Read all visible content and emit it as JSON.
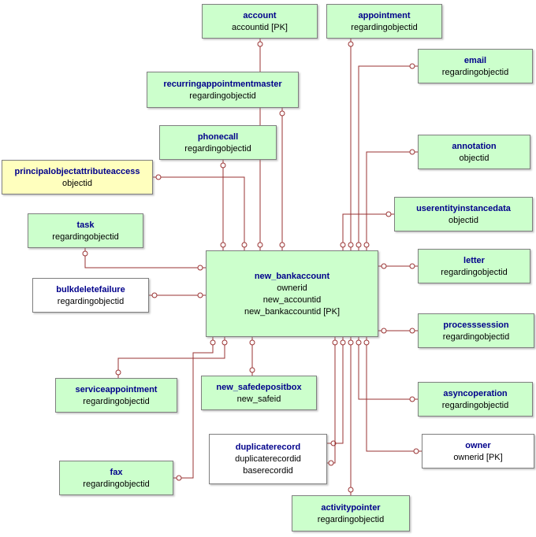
{
  "diagram": {
    "kind": "entity-relationship-diagram",
    "central_entity": "new_bankaccount",
    "colors": {
      "entity_fill_green": "#ccffcc",
      "entity_fill_yellow": "#ffffbe",
      "entity_fill_white": "#ffffff",
      "entity_border": "#7f7f7f",
      "title_text": "#00008b",
      "attribute_text": "#000000",
      "connector": "#993333",
      "background": "#ffffff"
    },
    "entities": [
      {
        "title": "account",
        "attrs": [
          "accountid  [PK]"
        ],
        "fill": "green"
      },
      {
        "title": "appointment",
        "attrs": [
          "regardingobjectid"
        ],
        "fill": "green"
      },
      {
        "title": "email",
        "attrs": [
          "regardingobjectid"
        ],
        "fill": "green"
      },
      {
        "title": "recurringappointmentmaster",
        "attrs": [
          "regardingobjectid"
        ],
        "fill": "green"
      },
      {
        "title": "phonecall",
        "attrs": [
          "regardingobjectid"
        ],
        "fill": "green"
      },
      {
        "title": "principalobjectattributeaccess",
        "attrs": [
          "objectid"
        ],
        "fill": "yellow"
      },
      {
        "title": "annotation",
        "attrs": [
          "objectid"
        ],
        "fill": "green"
      },
      {
        "title": "userentityinstancedata",
        "attrs": [
          "objectid"
        ],
        "fill": "green"
      },
      {
        "title": "task",
        "attrs": [
          "regardingobjectid"
        ],
        "fill": "green"
      },
      {
        "title": "letter",
        "attrs": [
          "regardingobjectid"
        ],
        "fill": "green"
      },
      {
        "title": "new_bankaccount",
        "attrs": [
          "ownerid",
          "new_accountid",
          "new_bankaccountid  [PK]"
        ],
        "fill": "green"
      },
      {
        "title": "bulkdeletefailure",
        "attrs": [
          "regardingobjectid"
        ],
        "fill": "white"
      },
      {
        "title": "processsession",
        "attrs": [
          "regardingobjectid"
        ],
        "fill": "green"
      },
      {
        "title": "serviceappointment",
        "attrs": [
          "regardingobjectid"
        ],
        "fill": "green"
      },
      {
        "title": "new_safedepositbox",
        "attrs": [
          "new_safeid"
        ],
        "fill": "green"
      },
      {
        "title": "asyncoperation",
        "attrs": [
          "regardingobjectid"
        ],
        "fill": "green"
      },
      {
        "title": "duplicaterecord",
        "attrs": [
          "duplicaterecordid",
          "baserecordid"
        ],
        "fill": "white"
      },
      {
        "title": "owner",
        "attrs": [
          "ownerid  [PK]"
        ],
        "fill": "white"
      },
      {
        "title": "fax",
        "attrs": [
          "regardingobjectid"
        ],
        "fill": "green"
      },
      {
        "title": "activitypointer",
        "attrs": [
          "regardingobjectid"
        ],
        "fill": "green"
      }
    ],
    "relationships": [
      {
        "from": "new_bankaccount",
        "to": "account"
      },
      {
        "from": "new_bankaccount",
        "to": "appointment"
      },
      {
        "from": "new_bankaccount",
        "to": "email"
      },
      {
        "from": "new_bankaccount",
        "to": "recurringappointmentmaster"
      },
      {
        "from": "new_bankaccount",
        "to": "phonecall"
      },
      {
        "from": "new_bankaccount",
        "to": "principalobjectattributeaccess"
      },
      {
        "from": "new_bankaccount",
        "to": "annotation"
      },
      {
        "from": "new_bankaccount",
        "to": "userentityinstancedata"
      },
      {
        "from": "new_bankaccount",
        "to": "task"
      },
      {
        "from": "new_bankaccount",
        "to": "letter"
      },
      {
        "from": "new_bankaccount",
        "to": "bulkdeletefailure"
      },
      {
        "from": "new_bankaccount",
        "to": "processsession"
      },
      {
        "from": "new_bankaccount",
        "to": "new_safedepositbox"
      },
      {
        "from": "new_bankaccount",
        "to": "serviceappointment"
      },
      {
        "from": "new_bankaccount",
        "to": "fax"
      },
      {
        "from": "new_bankaccount",
        "to": "duplicaterecord"
      },
      {
        "from": "new_bankaccount",
        "to": "duplicaterecord"
      },
      {
        "from": "new_bankaccount",
        "to": "asyncoperation"
      },
      {
        "from": "new_bankaccount",
        "to": "owner"
      },
      {
        "from": "new_bankaccount",
        "to": "activitypointer"
      }
    ]
  }
}
